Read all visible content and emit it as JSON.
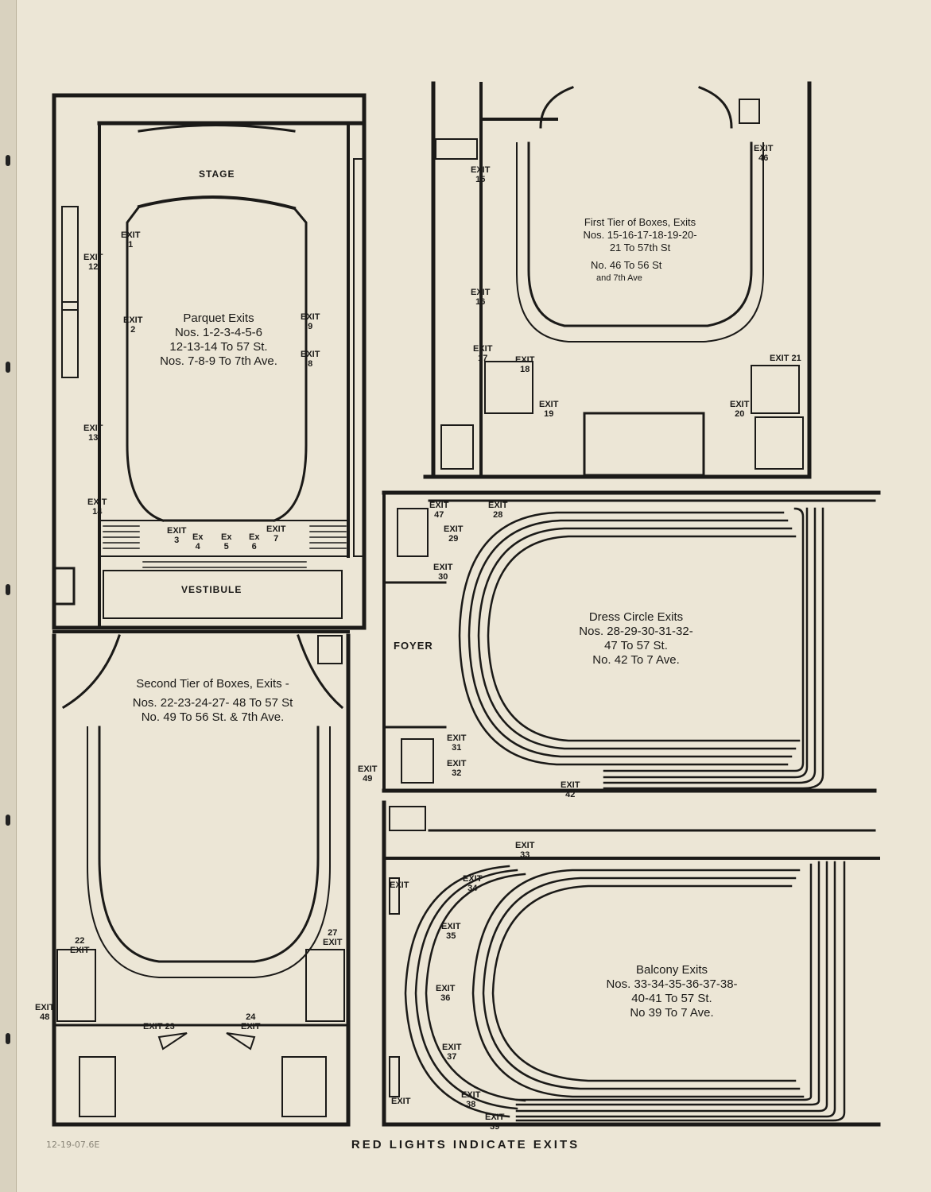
{
  "pencil_note": "12-19-07.6E",
  "footer": "RED LIGHTS INDICATE EXITS",
  "panels": {
    "parquet": {
      "stage": "STAGE",
      "vestibule": "VESTIBULE",
      "title_1": "Parquet Exits",
      "title_2": "Nos. 1-2-3-4-5-6",
      "title_3": "12-13-14 To 57 St.",
      "title_4": "Nos. 7-8-9 To 7th Ave."
    },
    "first_tier": {
      "title_1": "First Tier of Boxes, Exits",
      "title_2": "Nos. 15-16-17-18-19-20-",
      "title_3": "21 To 57th St",
      "title_4": "No. 46 To 56 St",
      "title_5": "and 7th Ave"
    },
    "dress_circle": {
      "foyer": "FOYER",
      "title_1": "Dress Circle Exits",
      "title_2": "Nos. 28-29-30-31-32-",
      "title_3": "47 To 57 St.",
      "title_4": "No. 42 To 7 Ave."
    },
    "second_tier": {
      "title_1": "Second Tier of Boxes, Exits -",
      "title_2": "Nos. 22-23-24-27- 48 To 57 St",
      "title_3": "No. 49 To 56 St. & 7th Ave."
    },
    "balcony": {
      "title_1": "Balcony Exits",
      "title_2": "Nos. 33-34-35-36-37-38-",
      "title_3": "40-41 To 57 St.",
      "title_4": "No 39 To 7 Ave."
    }
  },
  "exits": [
    "EXIT\n1",
    "EXIT\n2",
    "EXIT\n3",
    "Ex\n4",
    "Ex\n5",
    "Ex\n6",
    "EXIT\n7",
    "EXIT\n8",
    "EXIT\n9",
    "EXIT\n12",
    "EXIT\n13",
    "EXIT\n14",
    "EXIT\n15",
    "EXIT\n16",
    "EXIT\n17",
    "EXIT\n18",
    "EXIT\n19",
    "EXIT\n20",
    "EXIT 21",
    "EXIT\n46",
    "EXIT\n47",
    "EXIT\n28",
    "EXIT\n29",
    "EXIT\n30",
    "EXIT\n31",
    "EXIT\n32",
    "EXIT\n42",
    "22\nEXIT",
    "EXIT 23",
    "24\nEXIT",
    "27\nEXIT",
    "EXIT\n48",
    "EXIT\n49",
    "EXIT\n33",
    "EXIT\n34",
    "EXIT\n35",
    "EXIT\n36",
    "EXIT\n37",
    "EXIT\n38",
    "EXIT\n39",
    "EXIT",
    "EXIT"
  ]
}
